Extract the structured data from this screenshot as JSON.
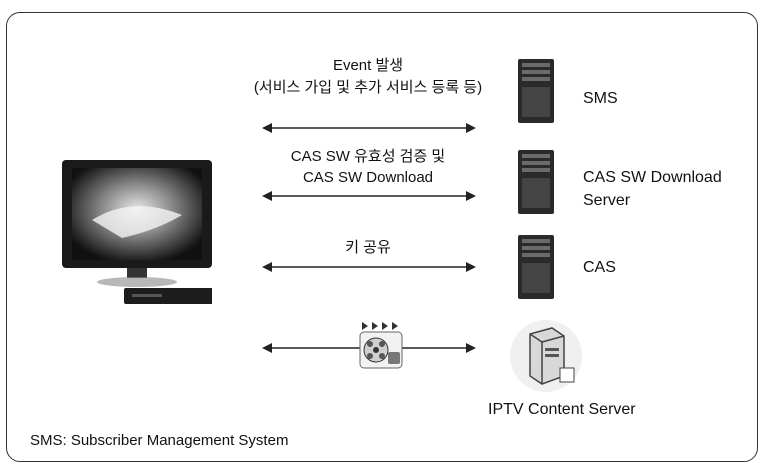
{
  "links": [
    {
      "label_lines": [
        "Event 발생",
        "(서비스 가입 및 추가 서비스 등록 등)"
      ]
    },
    {
      "label_lines": [
        "CAS SW 유효성 검증 및",
        "CAS SW Download"
      ]
    },
    {
      "label_lines": [
        "키 공유"
      ]
    },
    {
      "label_lines": []
    }
  ],
  "servers": [
    {
      "label_lines": [
        "SMS"
      ]
    },
    {
      "label_lines": [
        "CAS SW Download",
        "Server"
      ]
    },
    {
      "label_lines": [
        "CAS"
      ]
    },
    {
      "label_lines": [
        "IPTV Content Server"
      ]
    }
  ],
  "footer": "SMS: Subscriber Management System"
}
